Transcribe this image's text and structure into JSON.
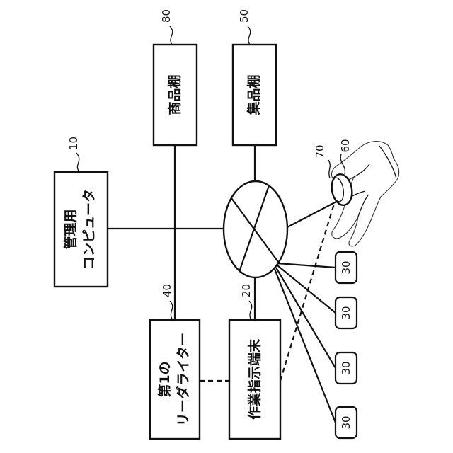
{
  "nodes": {
    "mgmt_pc": {
      "ref": "10",
      "line1": "管理用",
      "line2": "コンピュータ"
    },
    "shelf_product": {
      "ref": "80",
      "label": "商品棚"
    },
    "shelf_collect": {
      "ref": "50",
      "label": "集品棚"
    },
    "reader_writer": {
      "ref": "40",
      "line1": "第1の",
      "line2": "リーダライター"
    },
    "work_terminal": {
      "ref": "20",
      "label": "作業指示端末"
    },
    "hub": {
      "ref": ""
    },
    "device_60": {
      "ref": "60"
    },
    "device_70": {
      "ref": "70"
    },
    "terminals": [
      {
        "ref": "30"
      },
      {
        "ref": "30"
      },
      {
        "ref": "30"
      },
      {
        "ref": "30"
      }
    ]
  }
}
